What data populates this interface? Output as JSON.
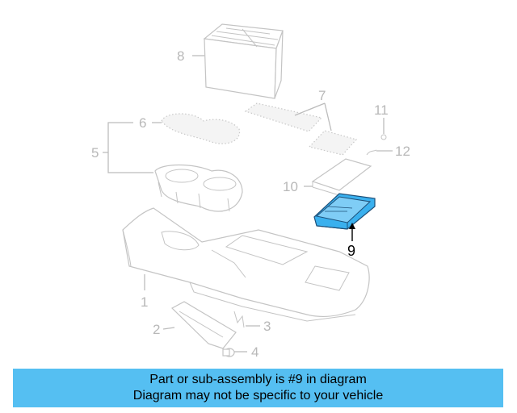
{
  "callouts": {
    "c1": "1",
    "c2": "2",
    "c3": "3",
    "c4": "4",
    "c5": "5",
    "c6": "6",
    "c7": "7",
    "c8": "8",
    "c9": "9",
    "c10": "10",
    "c11": "11",
    "c12": "12"
  },
  "highlighted_part": "9",
  "colors": {
    "banner": "#55bff2",
    "highlight_fill": "#3ab0ee",
    "line": "#bcbcbc"
  },
  "banner": {
    "line1": "Part or sub-assembly is #9 in diagram",
    "line2": "Diagram may not be specific to your vehicle"
  }
}
